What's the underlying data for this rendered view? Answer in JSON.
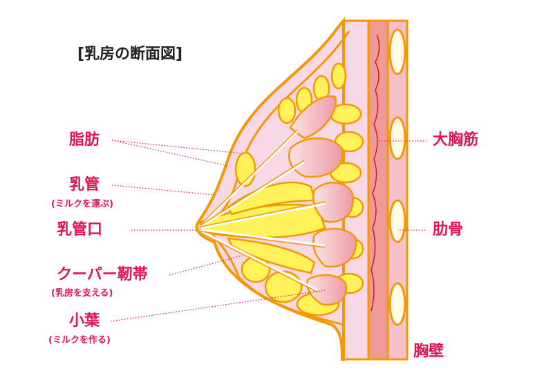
{
  "title": "[乳房の断面図]",
  "labels": {
    "fat": "脂肪",
    "duct": "乳管",
    "duct_sub": "(ミルクを運ぶ)",
    "duct_opening": "乳管口",
    "cooper": "クーパー靭帯",
    "cooper_sub": "(乳房を支える)",
    "lobule": "小葉",
    "lobule_sub": "(ミルクを作る)",
    "pectoral": "大胸筋",
    "rib": "肋骨",
    "chest_wall": "胸壁"
  },
  "colors": {
    "label": "#e2134f",
    "outline": "#f39800",
    "skin": "#f8d8e4",
    "fat": "#fff25a",
    "lobule": "#f0a0ae",
    "muscle": "#ee9a96"
  }
}
